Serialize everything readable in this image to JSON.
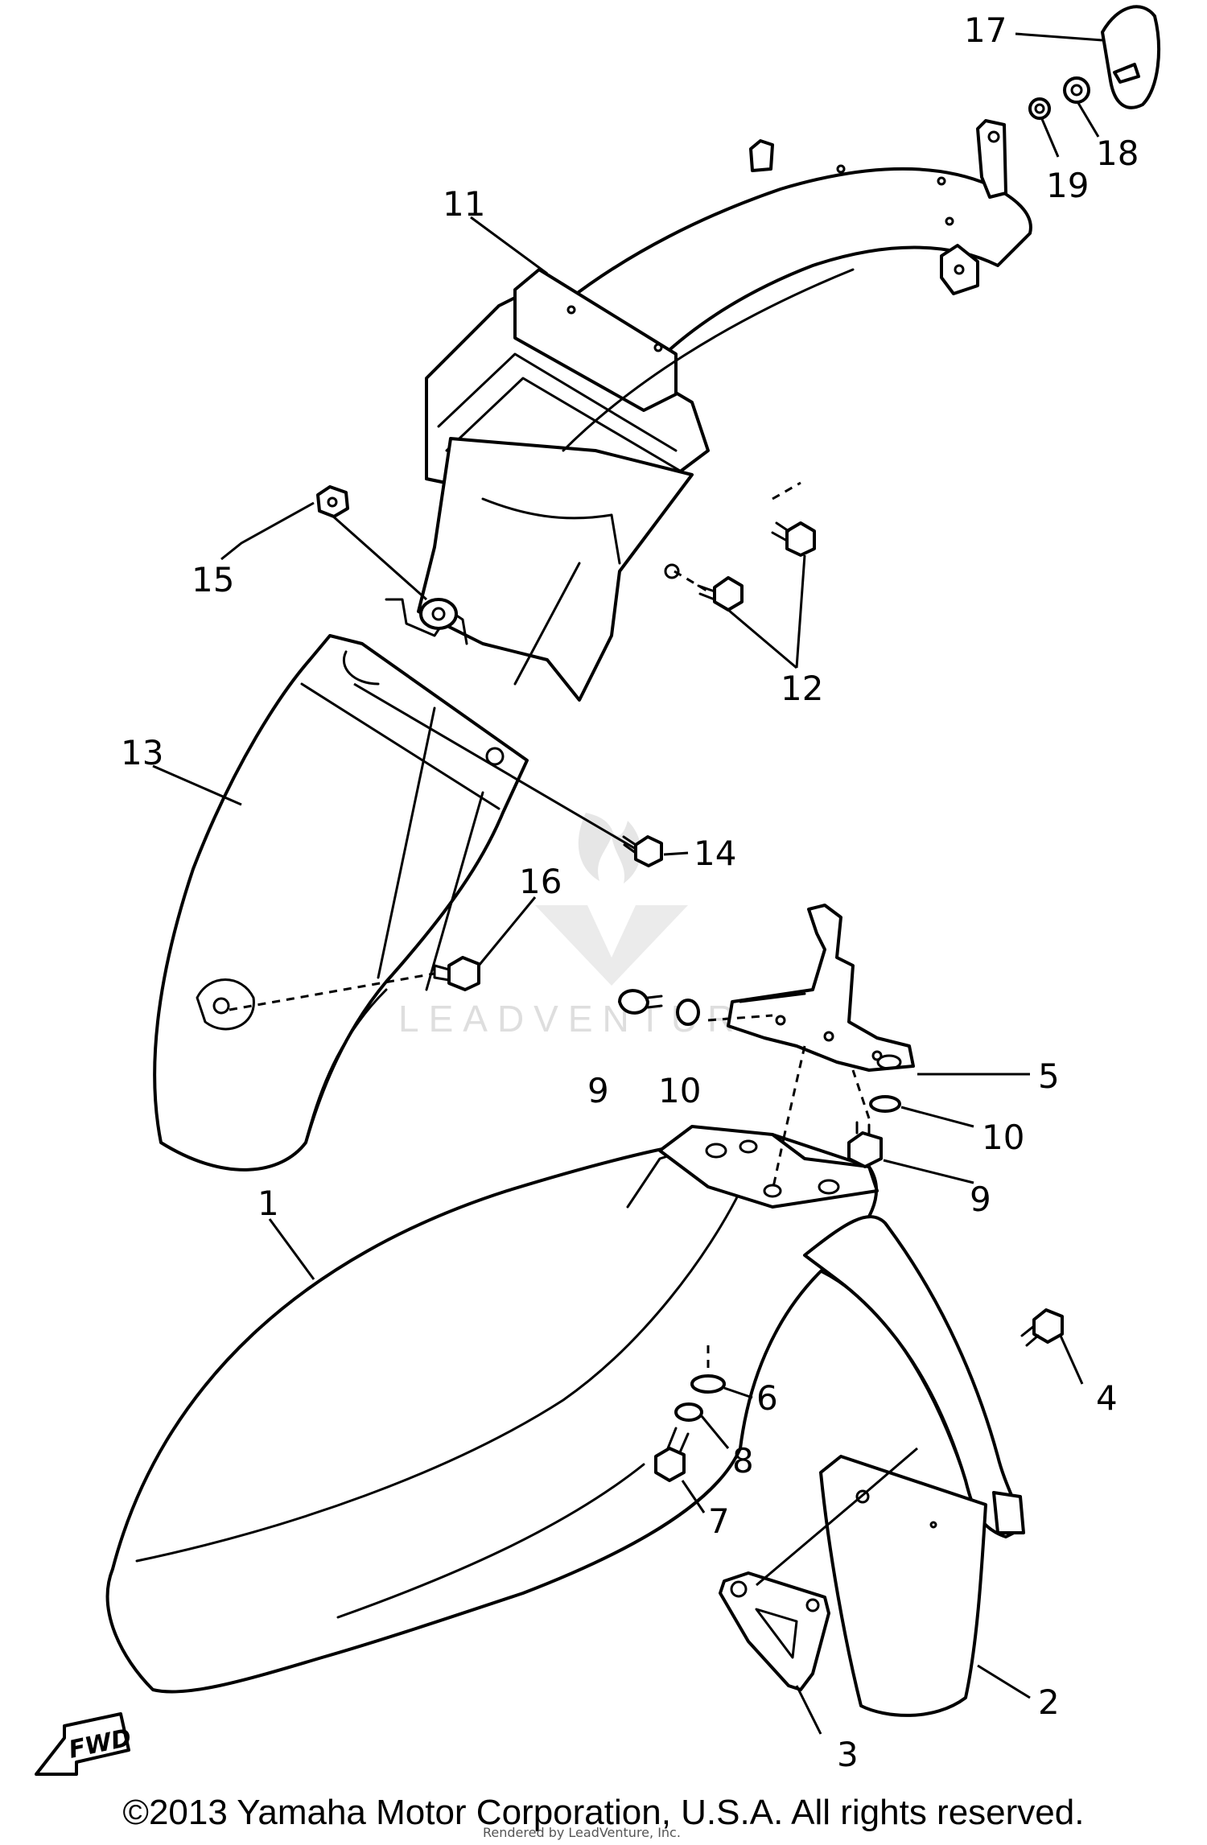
{
  "diagram": {
    "callouts": [
      {
        "id": "c1",
        "text": "1"
      },
      {
        "id": "c2",
        "text": "2"
      },
      {
        "id": "c3",
        "text": "3"
      },
      {
        "id": "c4",
        "text": "4"
      },
      {
        "id": "c5",
        "text": "5"
      },
      {
        "id": "c6",
        "text": "6"
      },
      {
        "id": "c7",
        "text": "7"
      },
      {
        "id": "c8",
        "text": "8"
      },
      {
        "id": "c9a",
        "text": "9"
      },
      {
        "id": "c9b",
        "text": "9"
      },
      {
        "id": "c10a",
        "text": "10"
      },
      {
        "id": "c10b",
        "text": "10"
      },
      {
        "id": "c11",
        "text": "11"
      },
      {
        "id": "c12",
        "text": "12"
      },
      {
        "id": "c13",
        "text": "13"
      },
      {
        "id": "c14",
        "text": "14"
      },
      {
        "id": "c15",
        "text": "15"
      },
      {
        "id": "c16",
        "text": "16"
      },
      {
        "id": "c17",
        "text": "17"
      },
      {
        "id": "c18",
        "text": "18"
      },
      {
        "id": "c19",
        "text": "19"
      }
    ],
    "fwd_label": "FWD",
    "watermark_text": "LEADVENTURE"
  },
  "footer": {
    "copyright": "©2013 Yamaha Motor Corporation, U.S.A. All rights reserved.",
    "note": "Rendered by LeadVenture, Inc."
  }
}
